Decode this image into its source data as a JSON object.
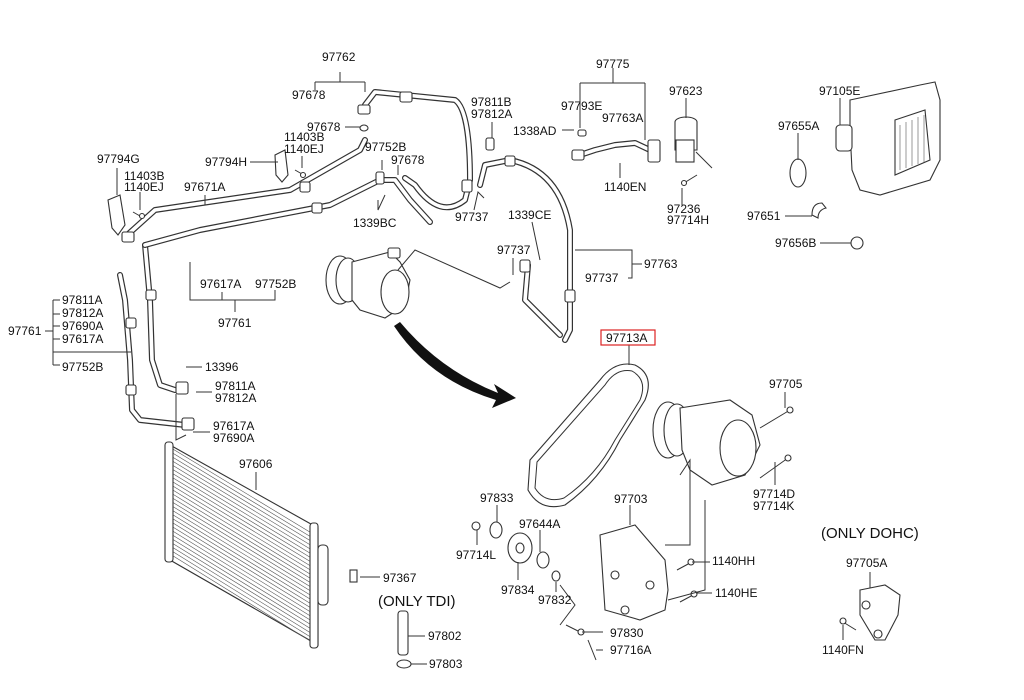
{
  "diagram": {
    "title": "Air Conditioner System - Cooler Line / Compressor / Condenser",
    "highlight_color": "#d22222",
    "notes": {
      "only_tdi": "(ONLY TDI)",
      "only_dohc": "(ONLY DOHC)"
    },
    "labels": {
      "p97762": "97762",
      "p97678_a": "97678",
      "p97678_b": "97678",
      "p97678_c": "97678",
      "p11403B_a": "11403B",
      "p1140EJ_a": "1140EJ",
      "p97794H": "97794H",
      "p97794G": "97794G",
      "p11403B_b": "11403B",
      "p1140EJ_b": "1140EJ",
      "p97671A": "97671A",
      "p97752B_a": "97752B",
      "p1339BC": "1339BC",
      "p97811B": "97811B",
      "p97812A_a": "97812A",
      "p97737_a": "97737",
      "p1339CE": "1339CE",
      "p97737_b": "97737",
      "p97737_c": "97737",
      "p97763": "97763",
      "p97775": "97775",
      "p97793E": "97793E",
      "p97763A": "97763A",
      "p1338AD": "1338AD",
      "p1140EN": "1140EN",
      "p97623": "97623",
      "p97236": "97236",
      "p97714H": "97714H",
      "p97105E": "97105E",
      "p97655A": "97655A",
      "p97651": "97651",
      "p97656B": "97656B",
      "p97617A_a": "97617A",
      "p97752B_b": "97752B",
      "p97761_a": "97761",
      "p97761_b": "97761",
      "p97811A_a": "97811A",
      "p97812A_b": "97812A",
      "p97690A_a": "97690A",
      "p97617A_b": "97617A",
      "p97752B_c": "97752B",
      "p13396": "13396",
      "p97811A_b": "97811A",
      "p97812A_c": "97812A",
      "p97617A_c": "97617A",
      "p97690A_b": "97690A",
      "p97606": "97606",
      "p97367": "97367",
      "p97802": "97802",
      "p97803": "97803",
      "p97713A": "97713A",
      "p97705": "97705",
      "p97714D": "97714D",
      "p97714K": "97714K",
      "p97833": "97833",
      "p97703": "97703",
      "p97644A": "97644A",
      "p97714L": "97714L",
      "p97834": "97834",
      "p97832": "97832",
      "p1140HH": "1140HH",
      "p1140HE": "1140HE",
      "p97830": "97830",
      "p97716A": "97716A",
      "p97705A": "97705A",
      "p1140FN": "1140FN"
    }
  }
}
